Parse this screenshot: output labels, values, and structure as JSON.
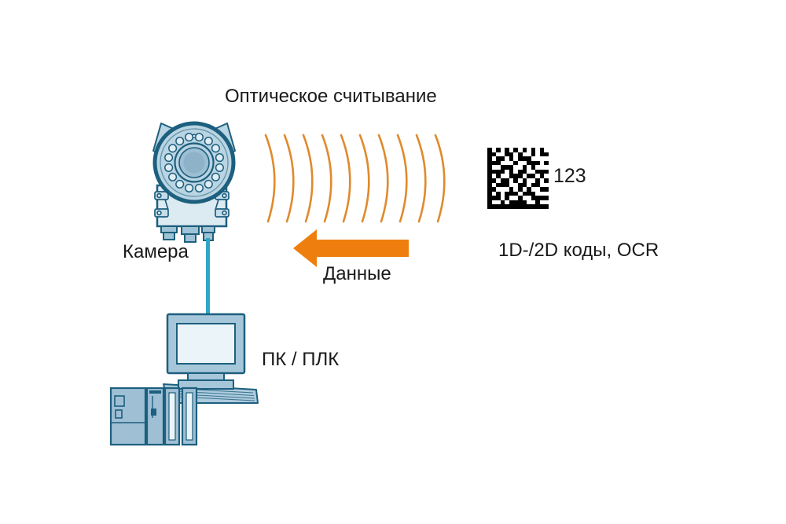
{
  "title": "Оптическое считывание",
  "labels": {
    "camera": "Камера",
    "data_flow": "Данные",
    "codes": "1D-/2D коды, OCR",
    "pc_plc": "ПК / ПЛК",
    "barcode_value": "123"
  },
  "waves": {
    "count": 10
  },
  "barcode": {
    "type": "data-matrix-2d",
    "rows": [
      "10101010101010",
      "11001101001011",
      "10110101110000",
      "11100010011101",
      "10011100101000",
      "11110101100111",
      "10100111011010",
      "11011010100101",
      "10111001101100",
      "11000101010011",
      "10101110111000",
      "11101001001111",
      "10010111100100",
      "11111111111111"
    ]
  },
  "colors": {
    "orange": "#ee7f0e",
    "wave": "#e08a2d",
    "outline": "#1d5f7e",
    "device": "#b9d4e2",
    "devlight": "#dcebf2",
    "plc": "#9fbfd5",
    "monitor": "#a6c6da",
    "screen": "#ebf4f8",
    "cable": "#2fa6c8",
    "barcode": "#000000",
    "text": "#1a1a1a"
  }
}
